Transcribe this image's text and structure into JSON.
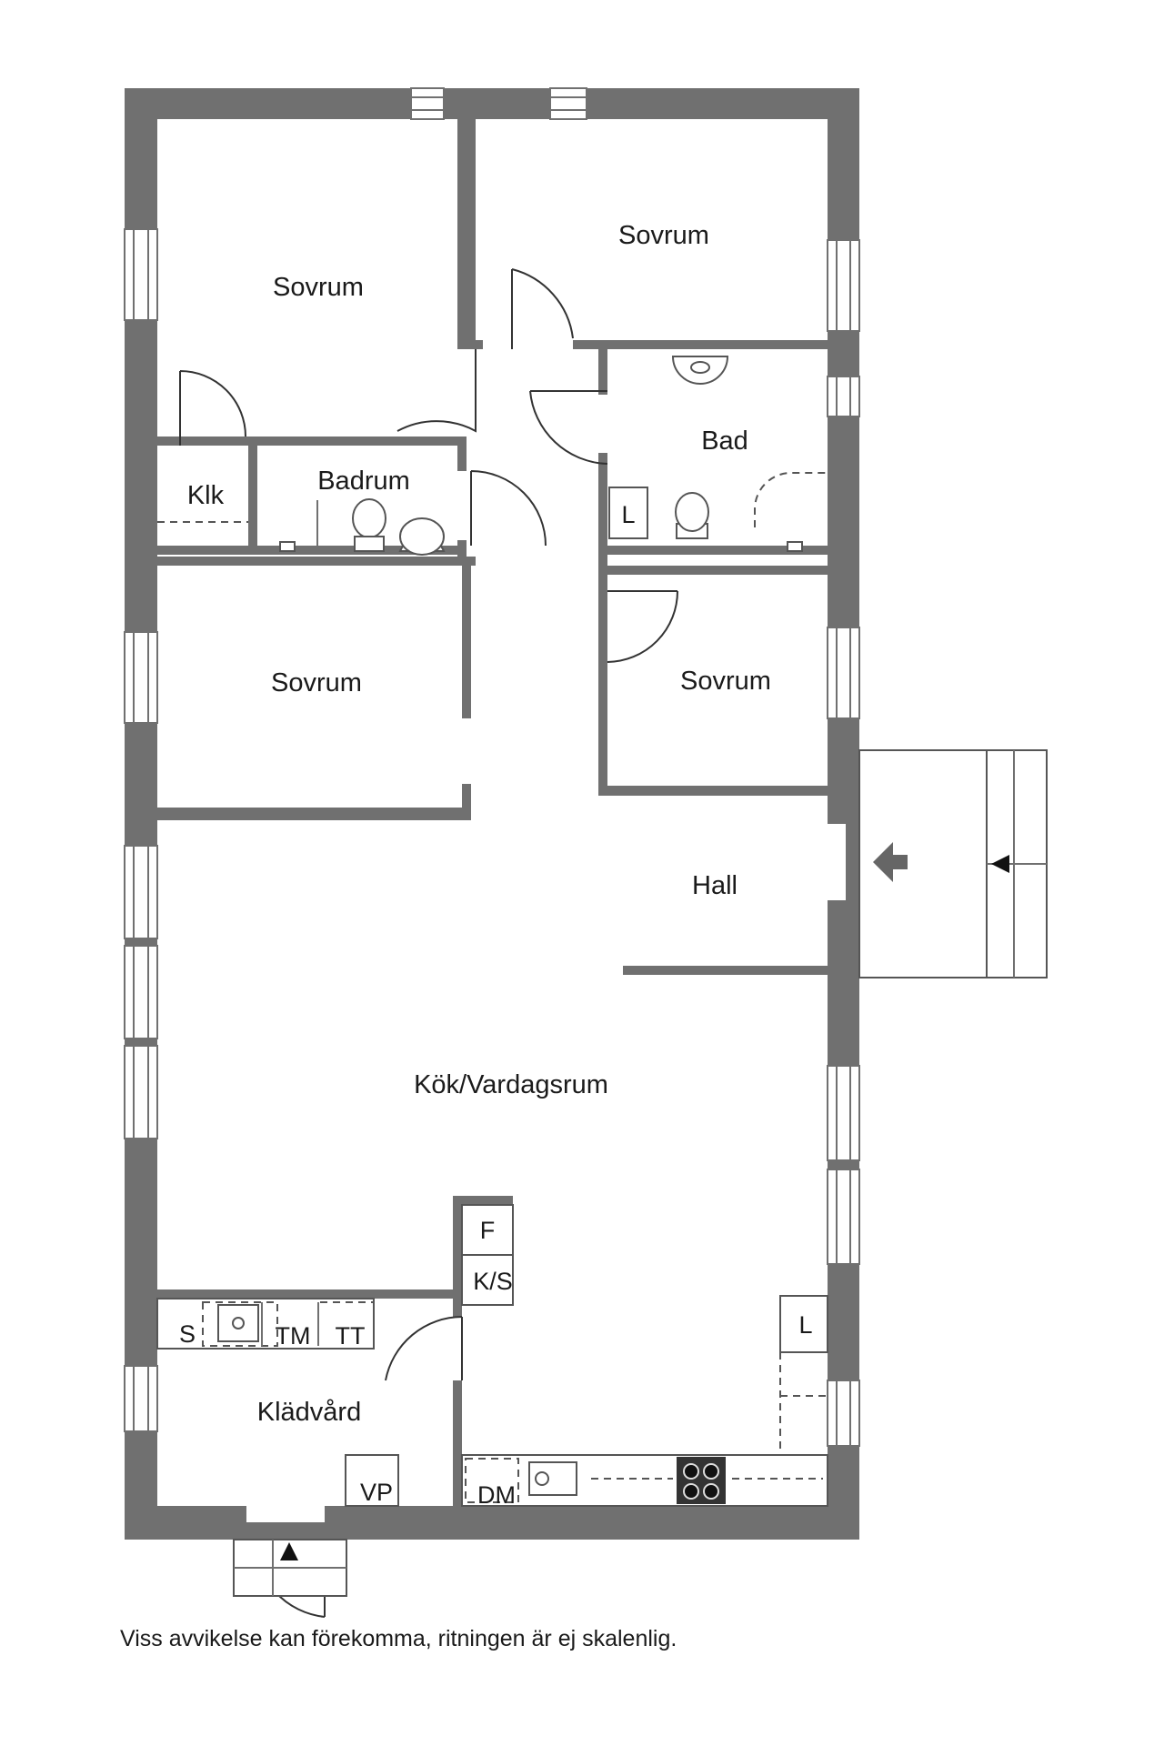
{
  "rooms": {
    "sovrum_top_left": "Sovrum",
    "sovrum_top_right": "Sovrum",
    "klk": "Klk",
    "badrum": "Badrum",
    "bad": "Bad",
    "sovrum_mid_left": "Sovrum",
    "sovrum_mid_right": "Sovrum",
    "hall": "Hall",
    "kok_vardagsrum": "Kök/Vardagsrum",
    "kladvard": "Klädvård"
  },
  "fixtures": {
    "bad_l": "L",
    "fridge": "F",
    "kyl_sval": "K/S",
    "kitchen_l": "L",
    "s": "S",
    "tm": "TM",
    "tt": "TT",
    "vp": "VP",
    "dm": "DM"
  },
  "disclaimer": "Viss avvikelse kan förekomma, ritningen är ej skalenlig.",
  "colors": {
    "wall": "#707070",
    "stove": "#333333"
  }
}
